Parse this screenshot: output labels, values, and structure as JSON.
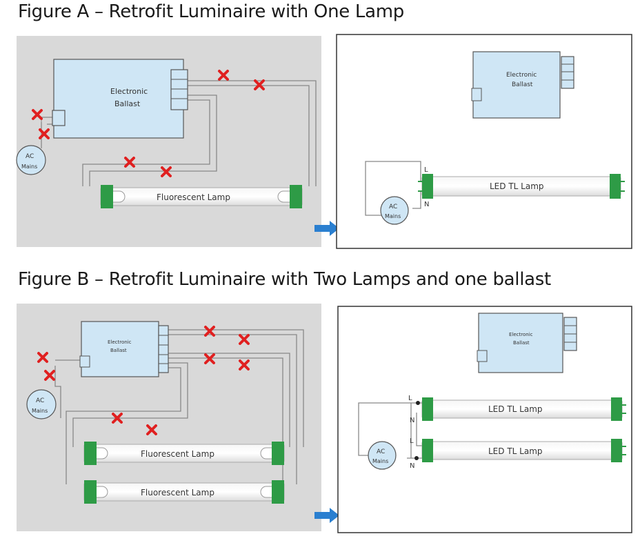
{
  "figure_a": {
    "title": "Figure A – Retrofit Luminaire with One Lamp",
    "before": {
      "ballast_label_1": "Electronic",
      "ballast_label_2": "Ballast",
      "mains_label_1": "AC",
      "mains_label_2": "Mains",
      "lamp_label": "Fluorescent Lamp"
    },
    "after": {
      "ballast_label_1": "Electronic",
      "ballast_label_2": "Ballast",
      "mains_label_1": "AC",
      "mains_label_2": "Mains",
      "lamp_label": "LED TL Lamp",
      "live_label": "L",
      "neutral_label": "N"
    }
  },
  "figure_b": {
    "title": "Figure B – Retrofit Luminaire with Two Lamps and one ballast",
    "before": {
      "ballast_label_1": "Electronic",
      "ballast_label_2": "Ballast",
      "mains_label_1": "AC",
      "mains_label_2": "Mains",
      "lamp_1_label": "Fluorescent Lamp",
      "lamp_2_label": "Fluorescent Lamp"
    },
    "after": {
      "ballast_label_1": "Electronic",
      "ballast_label_2": "Ballast",
      "mains_label_1": "AC",
      "mains_label_2": "Mains",
      "lamp_1_label": "LED TL Lamp",
      "lamp_2_label": "LED TL Lamp",
      "live_label_1": "L",
      "neutral_label_1": "N",
      "live_label_2": "L",
      "neutral_label_2": "N"
    }
  },
  "colors": {
    "before_panel": "#d9d9d9",
    "ballast_fill": "#cfe6f5",
    "lamp_cap": "#2e9b46",
    "cut_mark": "#e02020",
    "arrow": "#2a7fd0",
    "wire": "#888888"
  }
}
